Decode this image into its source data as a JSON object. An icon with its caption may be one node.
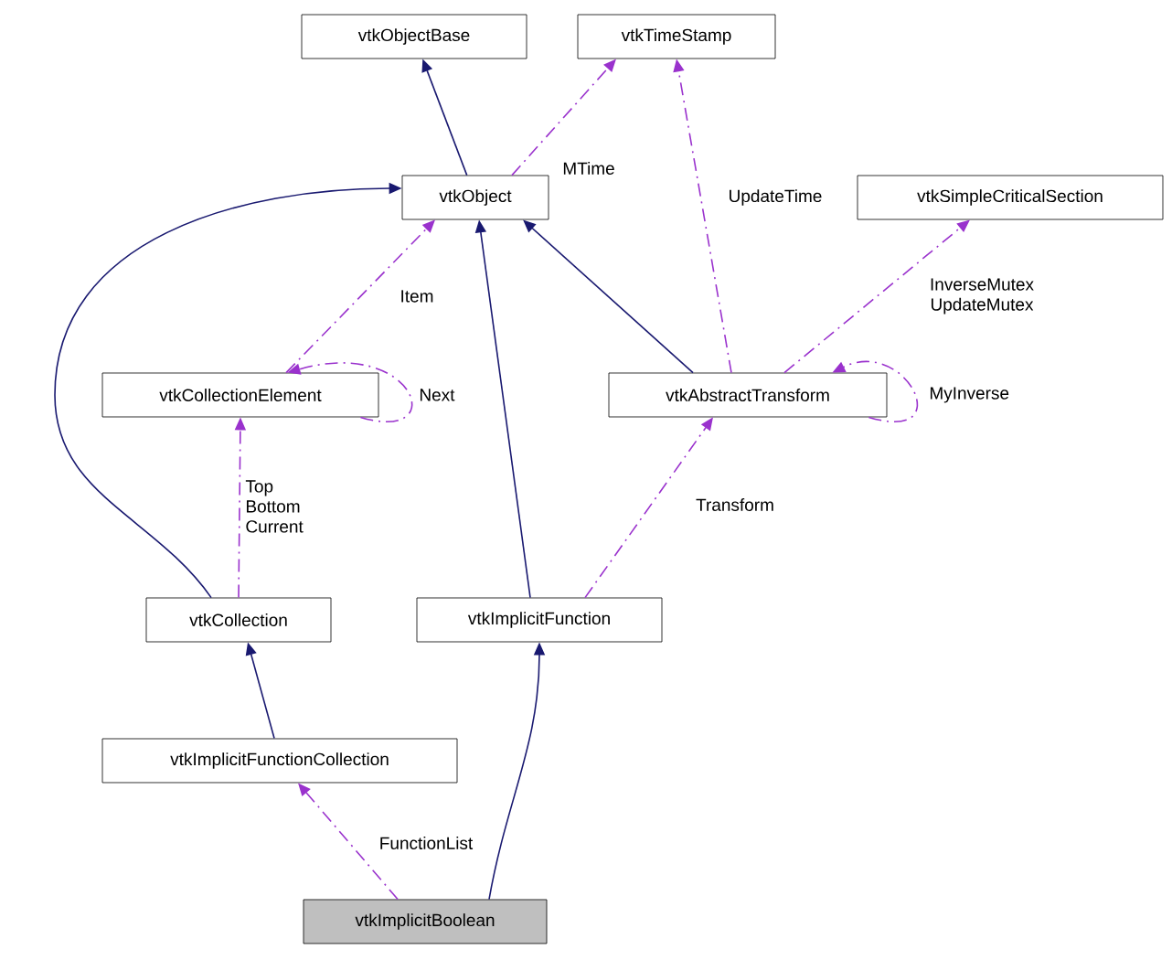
{
  "diagram": {
    "nodes": [
      {
        "text": [
          "vtkObjectBase"
        ]
      },
      {
        "text": [
          "vtkTimeStamp"
        ]
      },
      {
        "text": [
          "vtkObject"
        ]
      },
      {
        "text": [
          "vtkSimpleCriticalSection"
        ]
      },
      {
        "text": [
          "vtkCollectionElement"
        ]
      },
      {
        "text": [
          "vtkAbstractTransform"
        ]
      },
      {
        "text": [
          "vtkCollection"
        ]
      },
      {
        "text": [
          "vtkImplicitFunction"
        ]
      },
      {
        "text": [
          "vtkImplicitFunctionCollection"
        ]
      },
      {
        "text": [
          "vtkImplicitBoolean"
        ]
      }
    ],
    "edges": [
      {
        "from": 2,
        "to": 0,
        "arrow": "to",
        "color": "#191970"
      },
      {
        "from": 2,
        "to": 1,
        "arrow": "to",
        "style": "dashed",
        "label": "MTime"
      },
      {
        "from": 6,
        "to": 2,
        "arrow": "to",
        "color": "#191970"
      },
      {
        "from": 4,
        "to": 2,
        "arrow": "to",
        "style": "dashed",
        "label": "Item"
      },
      {
        "from": 7,
        "to": 2,
        "arrow": "to",
        "color": "#191970"
      },
      {
        "from": 5,
        "to": 2,
        "arrow": "to",
        "color": "#191970"
      },
      {
        "from": 5,
        "to": 1,
        "arrow": "to",
        "style": "dashed",
        "label": "UpdateTime"
      },
      {
        "from": 5,
        "to": 3,
        "arrow": "to",
        "style": "dashed",
        "label": "InverseMutex UpdateMutex"
      },
      {
        "from": 5,
        "to": 5,
        "arrow": "to",
        "style": "dashed",
        "label": "MyInverse"
      },
      {
        "from": 4,
        "to": 4,
        "arrow": "to",
        "style": "dashed",
        "label": "Next"
      },
      {
        "from": 6,
        "to": 4,
        "arrow": "to",
        "style": "dashed",
        "label": "Top Bottom Current"
      },
      {
        "from": 7,
        "to": 5,
        "arrow": "to",
        "style": "dashed",
        "label": "Transform"
      },
      {
        "from": 8,
        "to": 6,
        "arrow": "to",
        "color": "#191970"
      },
      {
        "from": 9,
        "to": 7,
        "arrow": "to",
        "color": "#191970"
      },
      {
        "from": 9,
        "to": 8,
        "arrow": "to",
        "style": "dashed",
        "label": "FunctionList"
      }
    ]
  }
}
